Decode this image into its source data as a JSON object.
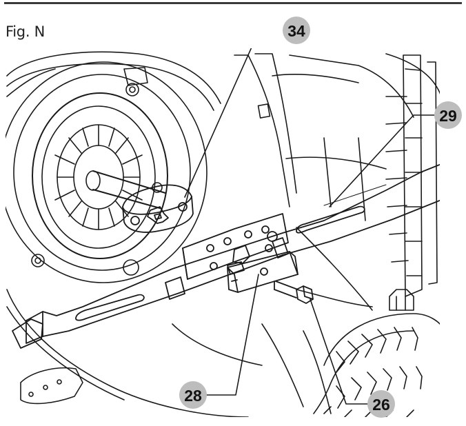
{
  "figure": {
    "title": "Fig. N",
    "callouts": [
      {
        "id": "callout-34",
        "label": "34"
      },
      {
        "id": "callout-29",
        "label": "29"
      },
      {
        "id": "callout-28",
        "label": "28"
      },
      {
        "id": "callout-26",
        "label": "26"
      }
    ]
  },
  "colors": {
    "line": "#1a1a1a",
    "callout_fill": "#bdbdbd",
    "background": "#ffffff"
  }
}
